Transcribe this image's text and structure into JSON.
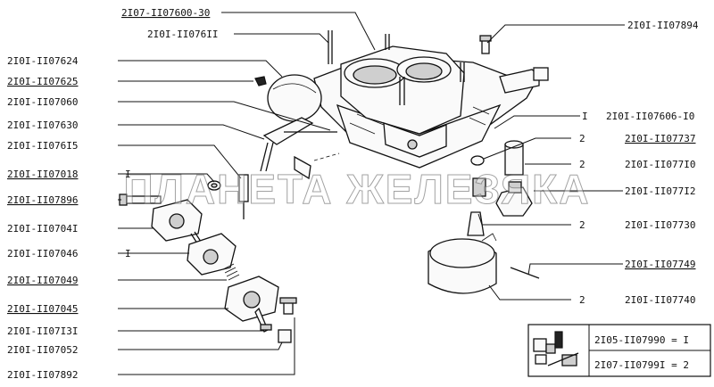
{
  "labels_left": [
    {
      "text": "2I07-II07600-30",
      "underline": true
    },
    {
      "text": "2I0I-II076II",
      "underline": false
    },
    {
      "text": "2I0I-II07624",
      "underline": false
    },
    {
      "text": "2I0I-II07625",
      "underline": true
    },
    {
      "text": "2I0I-II07060",
      "underline": false
    },
    {
      "text": "2I0I-II07630",
      "underline": false
    },
    {
      "text": "2I0I-II076I5",
      "underline": false
    },
    {
      "text": "2I0I-II07018",
      "underline": true
    },
    {
      "text": "2I0I-II07896",
      "underline": true
    },
    {
      "text": "2I0I-II0704I",
      "underline": false
    },
    {
      "text": "2I0I-II07046",
      "underline": false
    },
    {
      "text": "2I0I-II07049",
      "underline": true
    },
    {
      "text": "2I0I-II07045",
      "underline": true
    },
    {
      "text": "2I0I-II07I3I",
      "underline": false
    },
    {
      "text": "2I0I-II07052",
      "underline": false
    },
    {
      "text": "2I0I-II07892",
      "underline": false
    }
  ],
  "labels_right": [
    {
      "text": "2I0I-II07894",
      "underline": false
    },
    {
      "text": "2I0I-II07606-I0",
      "underline": false
    },
    {
      "text": "2I0I-II07737",
      "underline": true
    },
    {
      "text": "2I0I-II077I0",
      "underline": false
    },
    {
      "text": "2I0I-II077I2",
      "underline": false
    },
    {
      "text": "2I0I-II07730",
      "underline": false
    },
    {
      "text": "2I0I-II07749",
      "underline": true
    },
    {
      "text": "2I0I-II07740",
      "underline": false
    }
  ],
  "quantities": {
    "left_07018": "I",
    "left_07046": "I",
    "right_07606": "I",
    "right_07737": "2",
    "right_07710": "2",
    "right_07730": "2",
    "right_07740": "2"
  },
  "legend": {
    "row1": "2I05-II07990 = I",
    "row2": "2I07-II0799I = 2"
  },
  "watermark": "ПЛАНЕТА ЖЕЛЕЗЯКА"
}
